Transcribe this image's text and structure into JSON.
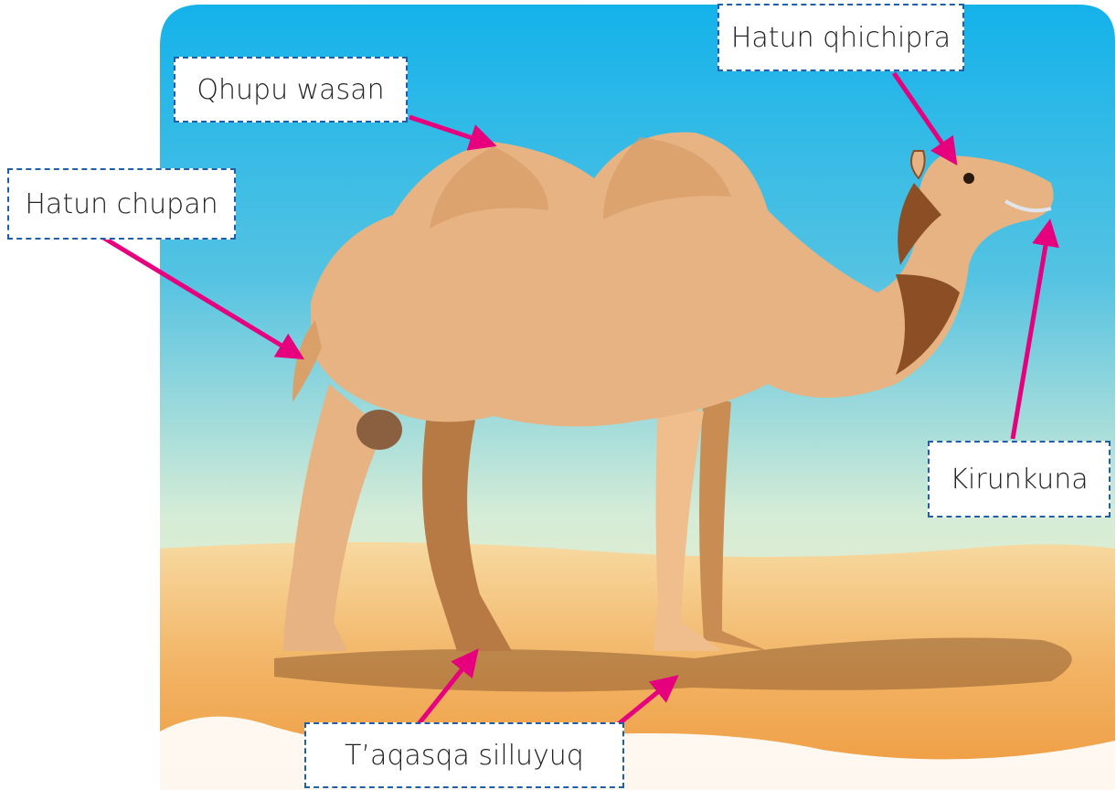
{
  "diagram": {
    "labels": {
      "hump": "Qhupu wasan",
      "tail": "Hatun chupan",
      "eye": "Hatun qhichipra",
      "mouth": "Kirunkuna",
      "foot": "T’aqasqa silluyuq"
    },
    "colors": {
      "arrow": "#e6007e",
      "label_border": "#1f5fa8",
      "sky_top": "#1ab4e8",
      "sky_bottom": "#fbf1c4",
      "sand": "#f0a24e",
      "camel": "#e8b382"
    }
  }
}
